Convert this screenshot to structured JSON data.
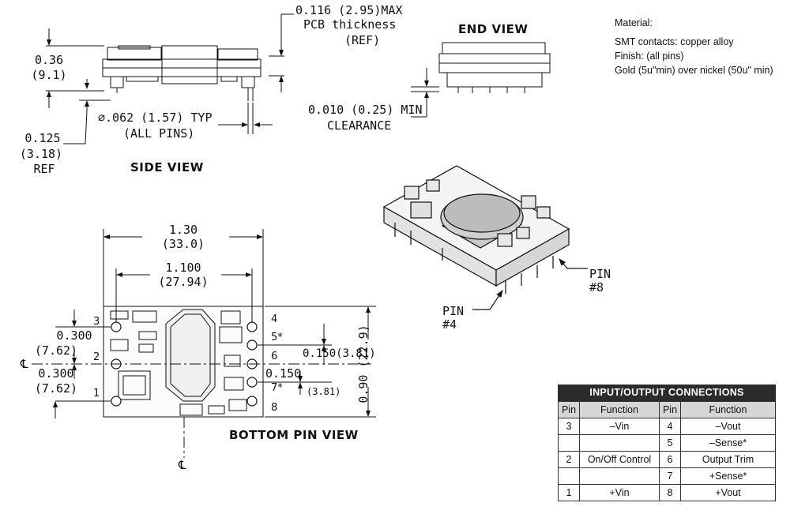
{
  "side_view": {
    "title": "SIDE VIEW",
    "height_in": "0.36",
    "height_mm": "(9.1)",
    "pin_dia_line1": "∅.062 (1.57) TYP",
    "pin_dia_line2": "(ALL PINS)",
    "ref_in": "0.125",
    "ref_mm": "(3.18)",
    "ref_label": "REF"
  },
  "pcb": {
    "line1": "0.116 (2.95)MAX",
    "line2": "PCB thickness",
    "line3": "(REF)"
  },
  "end_view": {
    "title": "END VIEW",
    "clearance_line1": "0.010 (0.25) MIN",
    "clearance_line2": "CLEARANCE"
  },
  "material": {
    "title": "Material:",
    "line1": "SMT contacts: copper alloy",
    "line2": "Finish: (all pins)",
    "line3": "Gold (5u\"min) over nickel (50u\" min)"
  },
  "iso_view": {
    "pin8_line1": "PIN",
    "pin8_line2": "#8",
    "pin4_line1": "PIN",
    "pin4_line2": "#4"
  },
  "bottom_view": {
    "title": "BOTTOM PIN VIEW",
    "width_in": "1.30",
    "width_mm": "(33.0)",
    "span_in": "1.100",
    "span_mm": "(27.94)",
    "pitch_upper_in": "0.300",
    "pitch_upper_mm": "(7.62)",
    "pitch_lower_in": "0.300",
    "pitch_lower_mm": "(7.62)",
    "right_pitch_upper": "0.150(3.81)",
    "right_pitch_lower_in": "0.150",
    "right_pitch_lower_mm": "(3.81)",
    "height": "0.90 (22.9)",
    "centerline": "℄",
    "pins_left": [
      "3",
      "2",
      "1"
    ],
    "pins_right": [
      "4",
      "5*",
      "6",
      "7*",
      "8"
    ]
  },
  "io_table": {
    "title": "INPUT/OUTPUT CONNECTIONS",
    "headers": [
      "Pin",
      "Function",
      "Pin",
      "Function"
    ],
    "rows": [
      [
        "3",
        "–Vin",
        "4",
        "–Vout"
      ],
      [
        "",
        "",
        "5",
        "–Sense*"
      ],
      [
        "2",
        "On/Off Control",
        "6",
        "Output Trim"
      ],
      [
        "",
        "",
        "7",
        "+Sense*"
      ],
      [
        "1",
        "+Vin",
        "8",
        "+Vout"
      ]
    ]
  }
}
